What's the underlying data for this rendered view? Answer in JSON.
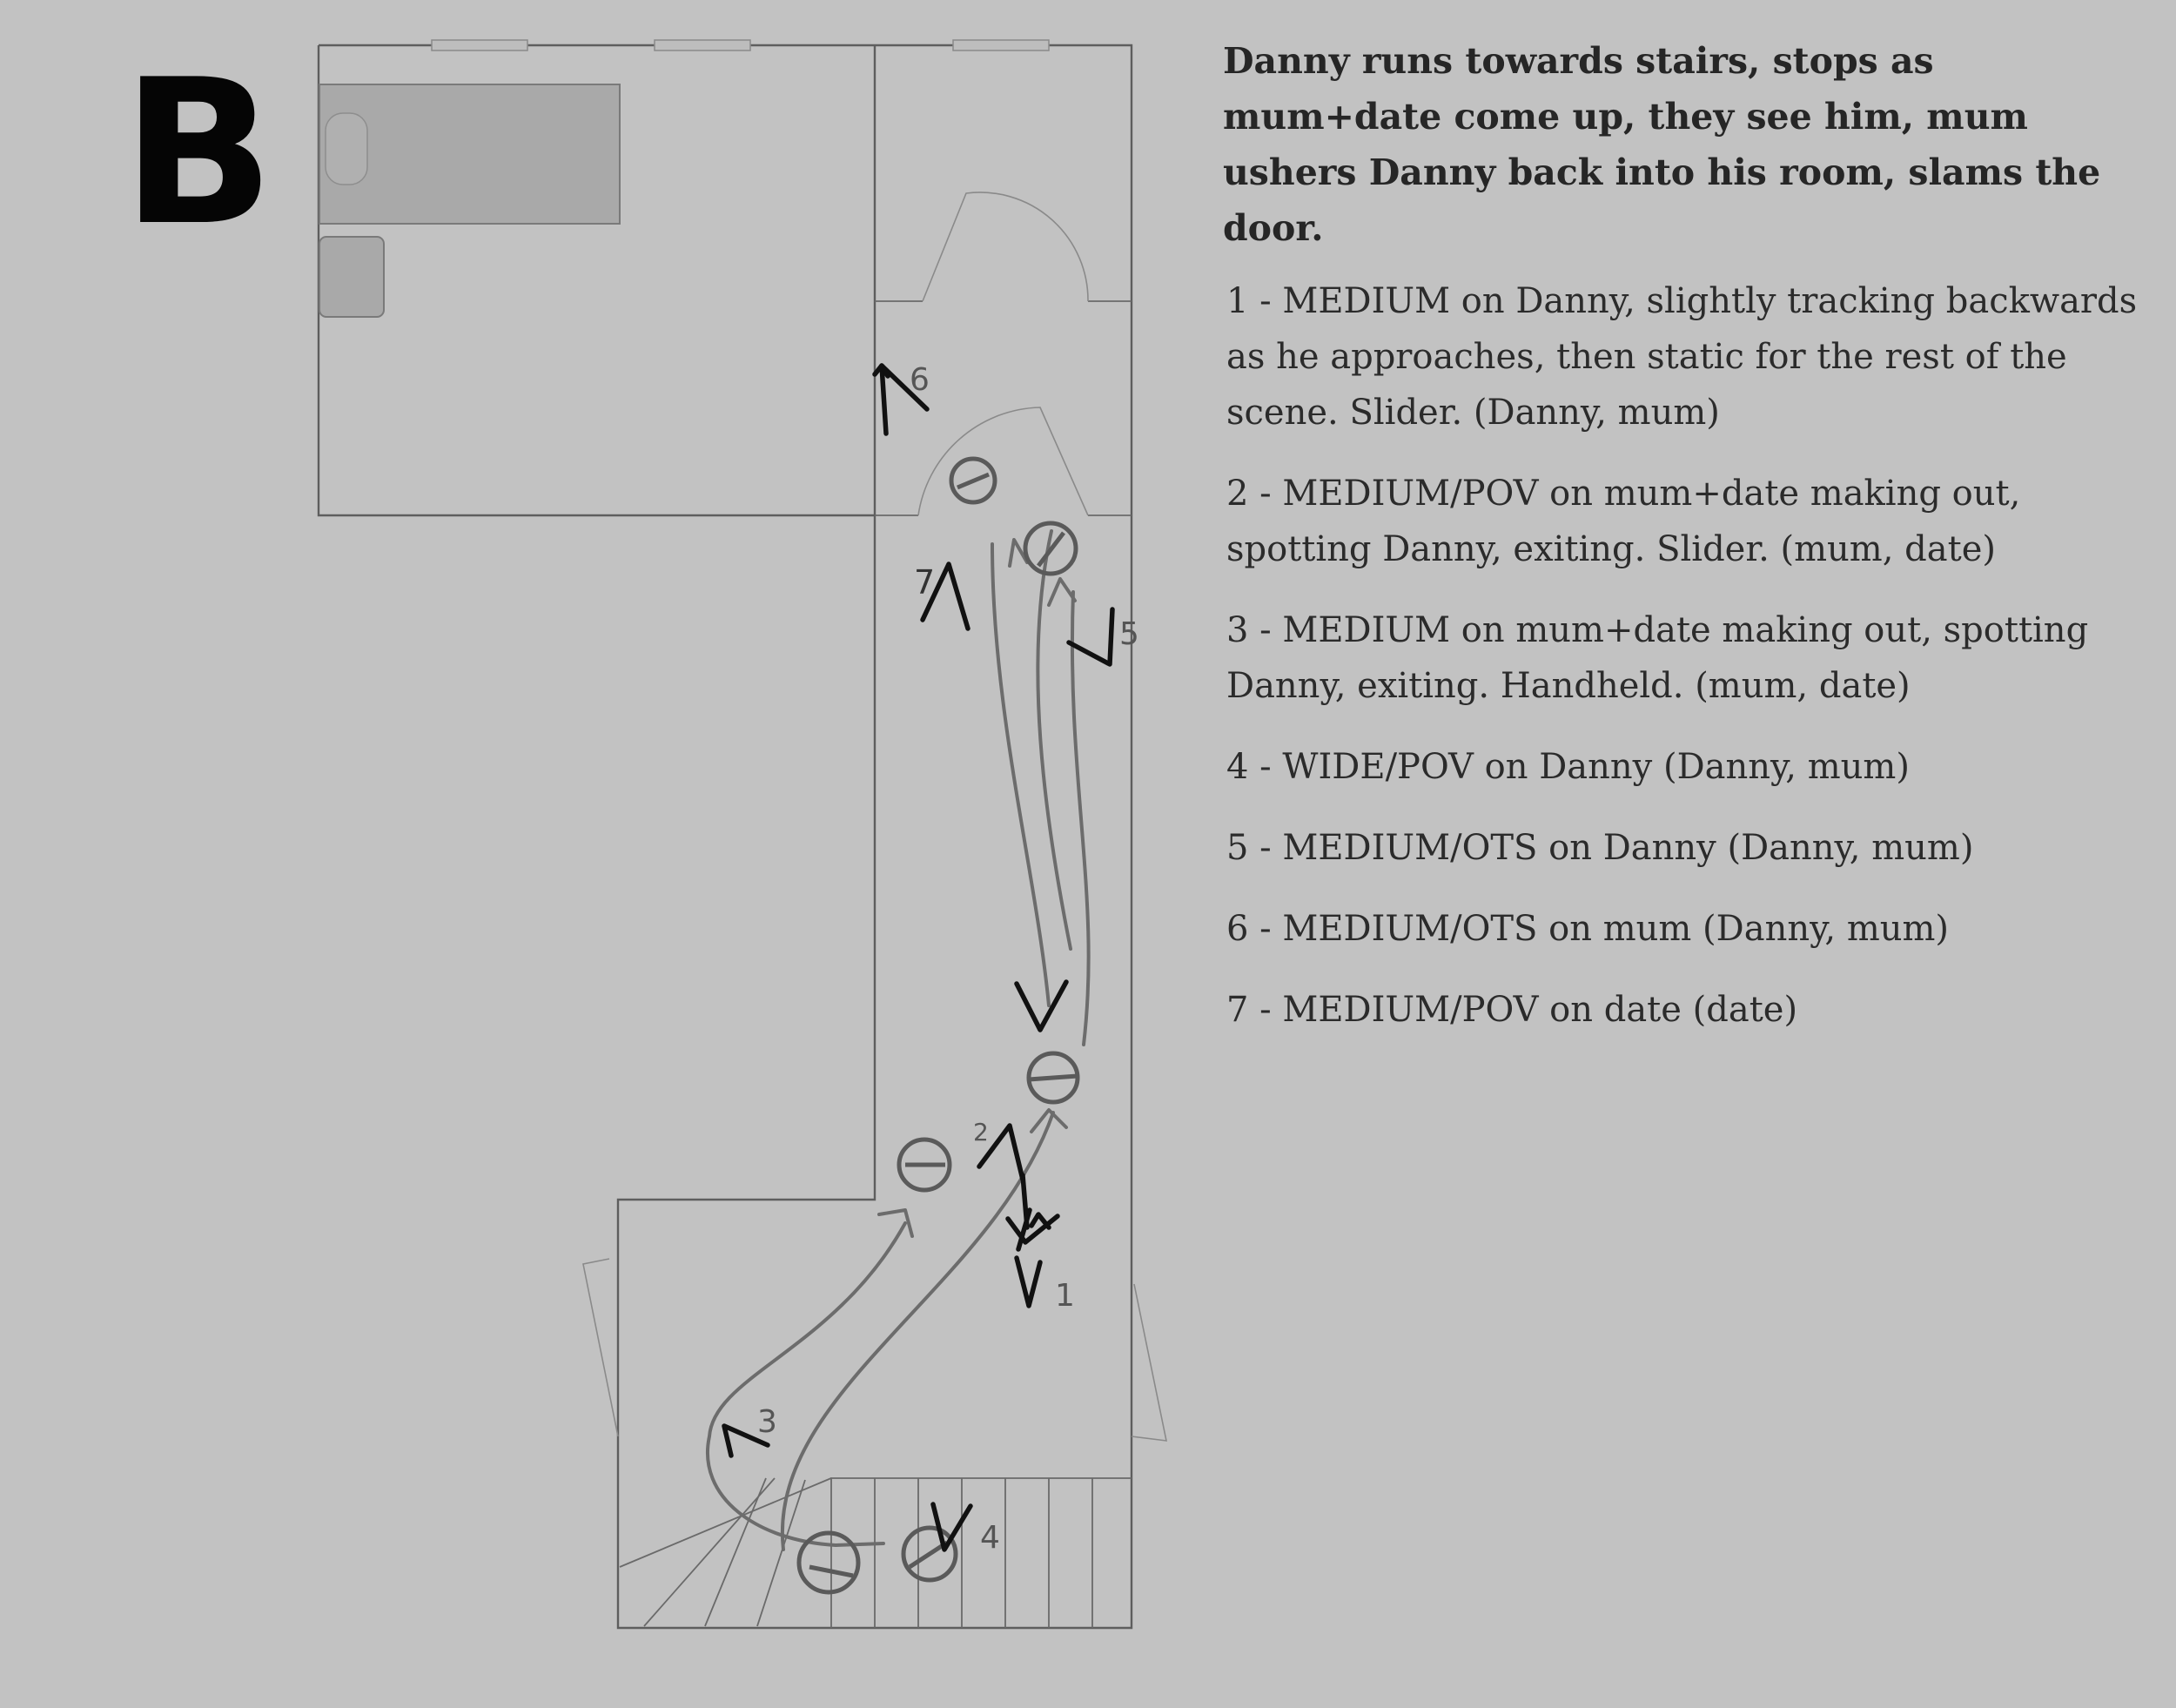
{
  "scene": {
    "letter": "B"
  },
  "notes": {
    "summary": "Danny runs towards stairs, stops as mum+date come up, they see him, mum ushers Danny back into his room, slams the door.",
    "shots": [
      "1 - MEDIUM on Danny, slightly tracking backwards as he approaches, then static for the rest of the scene. Slider. (Danny, mum)",
      "2 - MEDIUM/POV on mum+date making out, spotting Danny, exiting. Slider. (mum, date)",
      "3 - MEDIUM on mum+date making out, spotting Danny, exiting. Handheld. (mum, date)",
      "4 - WIDE/POV on Danny (Danny, mum)",
      "5 - MEDIUM/OTS on Danny (Danny, mum)",
      "6 - MEDIUM/OTS on mum (Danny, mum)",
      "7 - MEDIUM/POV on date (date)"
    ]
  },
  "floorplan": {
    "camera_labels": [
      "1",
      "2",
      "3",
      "4",
      "5",
      "6",
      "7"
    ]
  }
}
